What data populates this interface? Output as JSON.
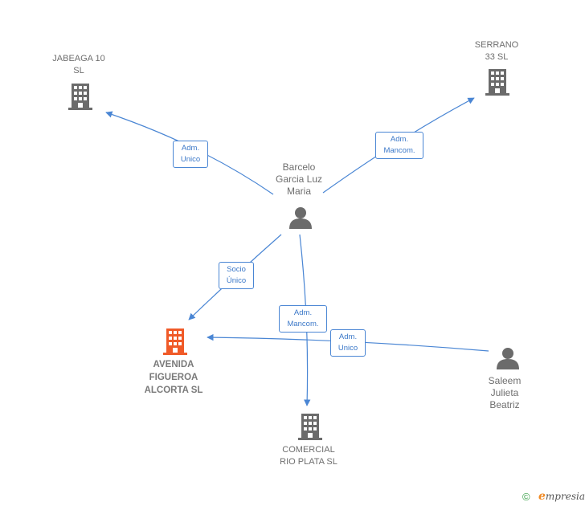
{
  "nodes": {
    "jabeaga": {
      "label": [
        "JABEAGA 10",
        "SL"
      ],
      "icon": "building-icon"
    },
    "serrano": {
      "label": [
        "SERRANO",
        "33  SL"
      ],
      "icon": "building-icon"
    },
    "barcelo": {
      "label": [
        "Barcelo",
        "Garcia Luz",
        "Maria"
      ],
      "icon": "person-icon"
    },
    "avenida": {
      "label": [
        "AVENIDA",
        "FIGUEROA",
        "ALCORTA  SL"
      ],
      "icon": "building-icon"
    },
    "comercial": {
      "label": [
        "COMERCIAL",
        "RIO PLATA  SL"
      ],
      "icon": "building-icon"
    },
    "saleem": {
      "label": [
        "Saleem",
        "Julieta",
        "Beatriz"
      ],
      "icon": "person-icon"
    }
  },
  "edges": {
    "jabeaga": [
      "Adm.",
      "Unico"
    ],
    "serrano": [
      "Adm.",
      "Mancom."
    ],
    "socio": [
      "Socio",
      "Único"
    ],
    "comercial": [
      "Adm.",
      "Mancom."
    ],
    "saleem": [
      "Adm.",
      "Unico"
    ]
  },
  "footer": {
    "copyright": "©",
    "brand_e": "e",
    "brand_rest": "mpresia"
  },
  "colors": {
    "edge": "#4a86d4",
    "building": "#6b6b6b",
    "focus_building": "#f05a28",
    "person": "#6b6b6b"
  }
}
